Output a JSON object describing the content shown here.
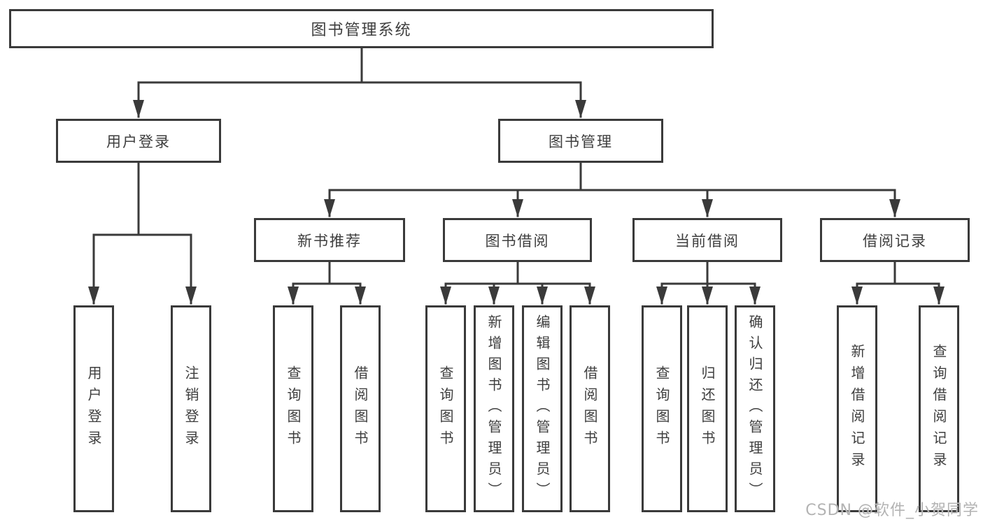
{
  "diagram_title": "图书管理系统",
  "colors": {
    "line": "#3a3a3a",
    "text": "#3e3e3e",
    "background": "#ffffff",
    "watermark": "#b3b3b3"
  },
  "nodes": {
    "root": "图书管理系统",
    "userLogin": "用户登录",
    "bookMgmt": "图书管理",
    "newBookRec": "新书推荐",
    "bookBorrow": "图书借阅",
    "currentBorrow": "当前借阅",
    "borrowRecord": "借阅记录",
    "leafUserLogin": "用户登录",
    "leafLogout": "注销登录",
    "leafQueryBookA": "查询图书",
    "leafBorrowBookA": "借阅图书",
    "leafQueryBookB": "查询图书",
    "leafAddBook": "新增图书（管理员）",
    "leafEditBook": "编辑图书（管理员）",
    "leafBorrowBookB": "借阅图书",
    "leafQueryBookC": "查询图书",
    "leafReturnBook": "归还图书",
    "leafConfirmReturn": "确认归还（管理员）",
    "leafAddRecord": "新增借阅记录",
    "leafQueryRecord": "查询借阅记录"
  },
  "watermark": "CSDN @软件_小贺同学"
}
